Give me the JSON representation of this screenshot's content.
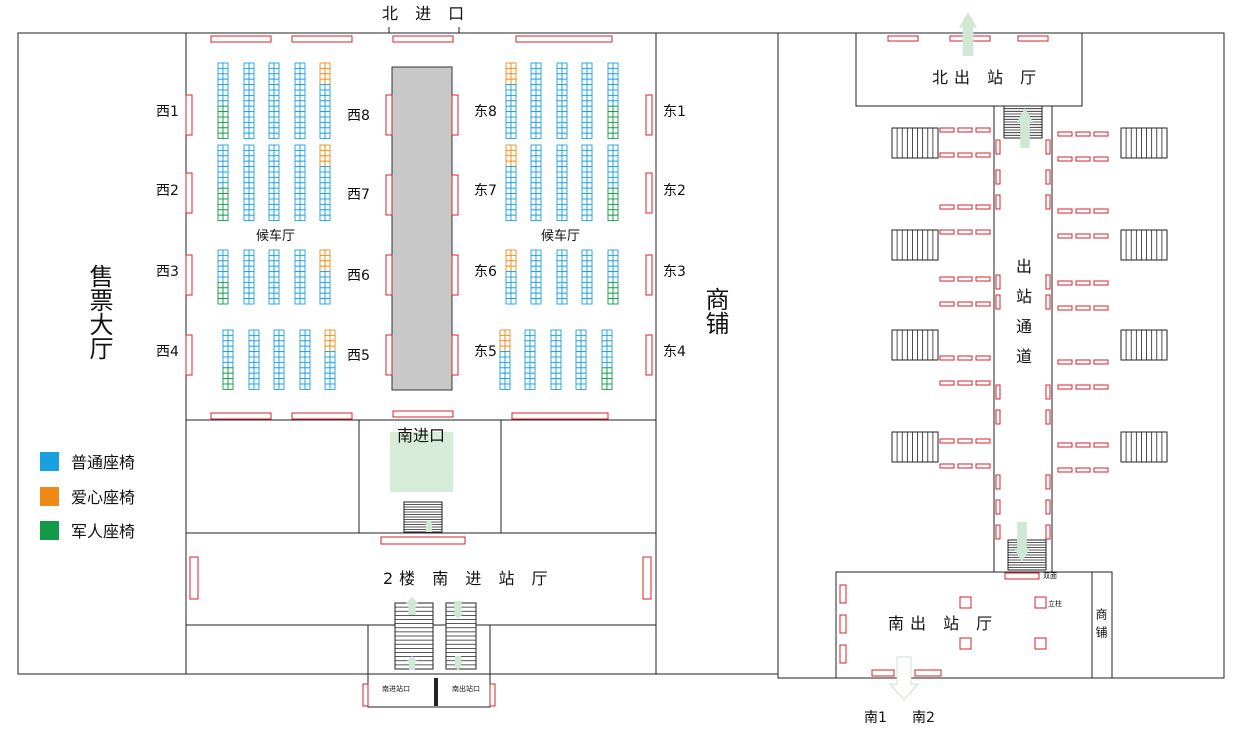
{
  "colors": {
    "outline": "#222222",
    "door": "#d6202e",
    "seat_normal": "#1aa0e0",
    "seat_love": "#ef8a17",
    "seat_military": "#119a48",
    "corridor": "#c8c8c8",
    "arrow": "#cfe8d4"
  },
  "labels": {
    "north_entrance": "北 进 口",
    "ticket_hall": "售票大厅",
    "shops_right": "商铺",
    "waiting_hall_left": "候车厅",
    "waiting_hall_right": "候车厅",
    "south_entrance": "南进口",
    "floor2_south_hall": "2楼 南 进 站 厅",
    "south_entry_port": "南进站口",
    "south_exit_port": "南出站口",
    "north_exit_hall": "北出 站 厅",
    "exit_passage": "出站通道",
    "south_exit_hall": "南出 站 厅",
    "shops_exit": "商铺",
    "double_sided": "双面",
    "pillar": "立柱",
    "south1": "南1",
    "south2": "南2"
  },
  "gates_west": [
    "西1",
    "西2",
    "西3",
    "西4"
  ],
  "gates_east": [
    "东1",
    "东2",
    "东3",
    "东4"
  ],
  "gates_west_inner": [
    "西8",
    "西7",
    "西6",
    "西5"
  ],
  "gates_east_inner": [
    "东8",
    "东7",
    "东6",
    "东5"
  ],
  "legend": [
    {
      "label": "普通座椅",
      "color": "#1aa0e0"
    },
    {
      "label": "爱心座椅",
      "color": "#ef8a17"
    },
    {
      "label": "军人座椅",
      "color": "#119a48"
    }
  ]
}
